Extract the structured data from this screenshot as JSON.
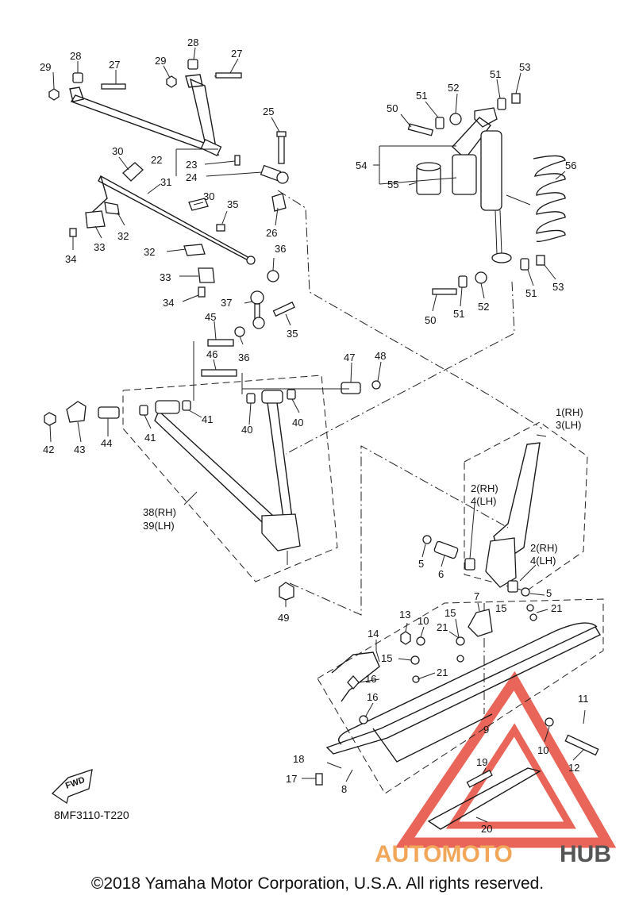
{
  "diagram": {
    "code": "8MF3110-T220",
    "fwd_label": "FWD",
    "watermark": {
      "part1": "AUTOMOTO",
      "part2": "HUB",
      "color1": "#f2a65a",
      "color2": "#555555",
      "triangle_color": "#e64a3c"
    },
    "labels": [
      {
        "id": "29a",
        "text": "29"
      },
      {
        "id": "28a",
        "text": "28"
      },
      {
        "id": "27a",
        "text": "27"
      },
      {
        "id": "29b",
        "text": "29"
      },
      {
        "id": "28b",
        "text": "28"
      },
      {
        "id": "27b",
        "text": "27"
      },
      {
        "id": "25",
        "text": "25"
      },
      {
        "id": "22",
        "text": "22"
      },
      {
        "id": "23",
        "text": "23"
      },
      {
        "id": "24",
        "text": "24"
      },
      {
        "id": "30a",
        "text": "30"
      },
      {
        "id": "31",
        "text": "31"
      },
      {
        "id": "30b",
        "text": "30"
      },
      {
        "id": "35a",
        "text": "35"
      },
      {
        "id": "26",
        "text": "26"
      },
      {
        "id": "32a",
        "text": "32"
      },
      {
        "id": "33a",
        "text": "33"
      },
      {
        "id": "34a",
        "text": "34"
      },
      {
        "id": "32b",
        "text": "32"
      },
      {
        "id": "36a",
        "text": "36"
      },
      {
        "id": "33b",
        "text": "33"
      },
      {
        "id": "34b",
        "text": "34"
      },
      {
        "id": "37",
        "text": "37"
      },
      {
        "id": "35b",
        "text": "35"
      },
      {
        "id": "45",
        "text": "45"
      },
      {
        "id": "36b",
        "text": "36"
      },
      {
        "id": "46",
        "text": "46"
      },
      {
        "id": "47",
        "text": "47"
      },
      {
        "id": "48",
        "text": "48"
      },
      {
        "id": "42",
        "text": "42"
      },
      {
        "id": "43",
        "text": "43"
      },
      {
        "id": "44",
        "text": "44"
      },
      {
        "id": "41a",
        "text": "41"
      },
      {
        "id": "41b",
        "text": "41"
      },
      {
        "id": "40a",
        "text": "40"
      },
      {
        "id": "40b",
        "text": "40"
      },
      {
        "id": "38",
        "text": "38(RH)"
      },
      {
        "id": "39",
        "text": "39(LH)"
      },
      {
        "id": "49",
        "text": "49"
      },
      {
        "id": "53a",
        "text": "53"
      },
      {
        "id": "52a",
        "text": "52"
      },
      {
        "id": "51a",
        "text": "51"
      },
      {
        "id": "50a",
        "text": "50"
      },
      {
        "id": "51b",
        "text": "51"
      },
      {
        "id": "54",
        "text": "54"
      },
      {
        "id": "56",
        "text": "56"
      },
      {
        "id": "55",
        "text": "55"
      },
      {
        "id": "51c",
        "text": "51"
      },
      {
        "id": "53b",
        "text": "53"
      },
      {
        "id": "50b",
        "text": "50"
      },
      {
        "id": "51d",
        "text": "51"
      },
      {
        "id": "52b",
        "text": "52"
      },
      {
        "id": "1rh",
        "text": "1(RH)"
      },
      {
        "id": "3lh",
        "text": "3(LH)"
      },
      {
        "id": "2rh",
        "text": "2(RH)"
      },
      {
        "id": "4lh",
        "text": "4(LH)"
      },
      {
        "id": "2rh2",
        "text": "2(RH)"
      },
      {
        "id": "4lh2",
        "text": "4(LH)"
      },
      {
        "id": "5a",
        "text": "5"
      },
      {
        "id": "6",
        "text": "6"
      },
      {
        "id": "5b",
        "text": "5"
      },
      {
        "id": "7",
        "text": "7"
      },
      {
        "id": "13",
        "text": "13"
      },
      {
        "id": "10a",
        "text": "10"
      },
      {
        "id": "15a",
        "text": "15"
      },
      {
        "id": "15b",
        "text": "15"
      },
      {
        "id": "21a",
        "text": "21"
      },
      {
        "id": "14",
        "text": "14"
      },
      {
        "id": "21b",
        "text": "21"
      },
      {
        "id": "15c",
        "text": "15"
      },
      {
        "id": "21c",
        "text": "21"
      },
      {
        "id": "16a",
        "text": "16"
      },
      {
        "id": "16b",
        "text": "16"
      },
      {
        "id": "11",
        "text": "11"
      },
      {
        "id": "9",
        "text": "9"
      },
      {
        "id": "10b",
        "text": "10"
      },
      {
        "id": "12",
        "text": "12"
      },
      {
        "id": "18",
        "text": "18"
      },
      {
        "id": "19",
        "text": "19"
      },
      {
        "id": "17",
        "text": "17"
      },
      {
        "id": "8",
        "text": "8"
      },
      {
        "id": "20",
        "text": "20"
      }
    ]
  },
  "footer": {
    "copyright": "©2018 Yamaha Motor Corporation, U.S.A. All rights reserved."
  }
}
